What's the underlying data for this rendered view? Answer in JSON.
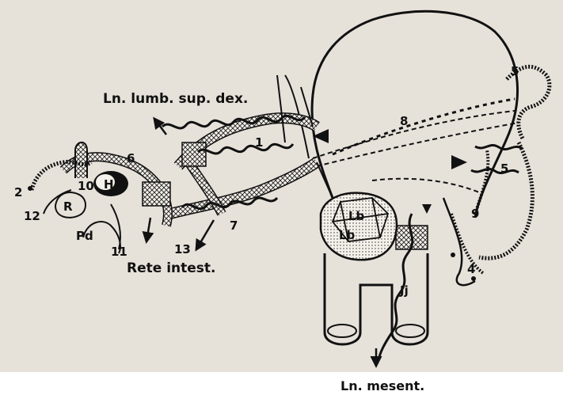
{
  "diagram": {
    "title": "",
    "labels": {
      "ln_lumb_sup_dex": "Ln. lumb. sup. dex.",
      "rete_intest": "Rete intest.",
      "ln_mesent": "Ln. mesent.",
      "H": "H",
      "R": "R",
      "Pd": "Pd",
      "Lb_upper": "Lb",
      "Lb_lower": "Lb",
      "Jj": "Jj"
    },
    "numbers": {
      "n1": "1",
      "n2": "2",
      "n4": "4",
      "n5_upper": "5",
      "n5_lower": "5",
      "n6": "6",
      "n7": "7",
      "n8": "8",
      "n9": "9",
      "n10": "10",
      "n11": "11",
      "n12": "12",
      "n13": "13"
    },
    "colors": {
      "paper": "#e6e2da",
      "ink": "#111111",
      "page_edge": "#ffffff"
    }
  }
}
